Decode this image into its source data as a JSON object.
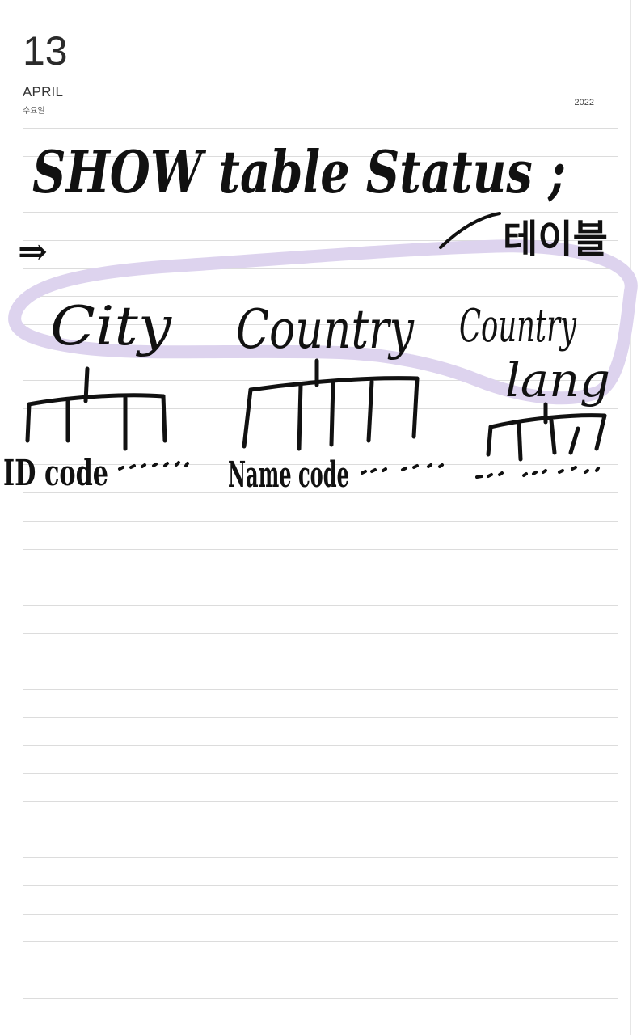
{
  "header": {
    "day": "13",
    "month": "APRIL",
    "weekday": "수요일",
    "year": "2022"
  },
  "note": {
    "title_line": "SHOW table Status ;",
    "arrow": "⇒",
    "annotation": "테이블",
    "tables": [
      {
        "name": "City",
        "columns_text": "ID code"
      },
      {
        "name": "Country",
        "columns_text": "Name code"
      },
      {
        "name": "Country",
        "name_line2": "lang",
        "columns_text": ""
      }
    ]
  },
  "colors": {
    "ink": "#111111",
    "highlight": "#ddd3ee",
    "rule": "#dcdcdc"
  }
}
